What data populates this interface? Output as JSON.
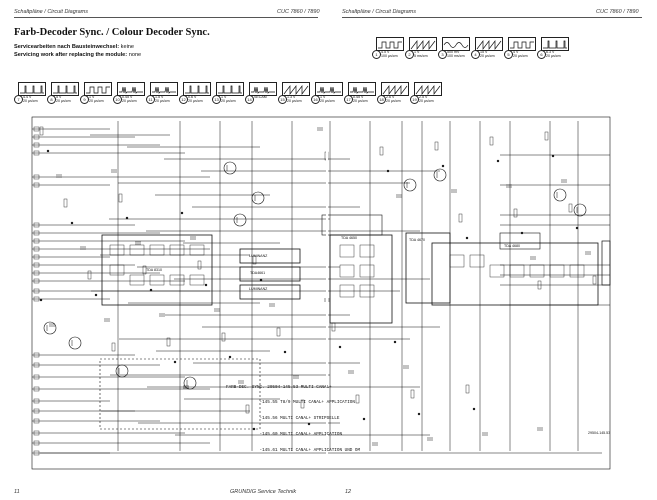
{
  "header": {
    "left": "Schaltpläne / Circuit Diagrams",
    "center": "CUC 7860 / 7890",
    "right_left": "Schaltpläne / Circuit Diagrams",
    "right": "CUC 7860 / 7890"
  },
  "title": "Farb-Decoder Sync. / Colour Decoder Sync.",
  "service_de_label": "Servicearbeiten nach Bausteinwechsel:",
  "service_de_value": "keine",
  "service_en_label": "Servicing work after replacing the module:",
  "service_en_value": "none",
  "waveforms_top": [
    {
      "num": "1",
      "v1": "4.5 V",
      "v2": "100 µs/cm",
      "icon": "square-wave"
    },
    {
      "num": "2",
      "v1": "1 V",
      "v2": "5 ms/cm",
      "icon": "sawtooth-wave"
    },
    {
      "num": "3",
      "v1": "500 mV",
      "v2": "100 ms/cm",
      "icon": "sine-wave"
    },
    {
      "num": "4",
      "v1": "15 V",
      "v2": "20 µs/cm",
      "icon": "sawtooth-wave"
    },
    {
      "num": "5",
      "v1": "4 V",
      "v2": "20 µs/cm",
      "icon": "square-wave"
    },
    {
      "num": "6",
      "v1": "6.3 V",
      "v2": "20 µs/cm",
      "icon": "pulse-wave"
    }
  ],
  "waveforms_bottom": [
    {
      "num": "7",
      "v1": "4.4 V",
      "v2": "20 µs/cm",
      "icon": "pulse-wave"
    },
    {
      "num": "8",
      "v1": "5 V",
      "v2": "20 µs/cm",
      "icon": "pulse-wave"
    },
    {
      "num": "9",
      "v1": "1 V",
      "v2": "20 µs/cm",
      "icon": "square-wave"
    },
    {
      "num": "10",
      "v1": "0.45 V",
      "v2": "20 µs/cm",
      "icon": "burst-wave"
    },
    {
      "num": "11",
      "v1": "1.5 V",
      "v2": "20 µs/cm",
      "icon": "burst-wave"
    },
    {
      "num": "12",
      "v1": "0.6 V",
      "v2": "20 µs/cm",
      "icon": "pulse-wave"
    },
    {
      "num": "13",
      "v1": "1 V",
      "v2": "20 µs/cm",
      "icon": "pulse-wave"
    },
    {
      "num": "14",
      "v1": "SECAM",
      "v2": "",
      "icon": "burst-wave"
    },
    {
      "num": "15",
      "v1": "1.3 V",
      "v2": "20 µs/cm",
      "icon": "sawtooth-wave"
    },
    {
      "num": "16",
      "v1": "1 V",
      "v2": "20 µs/cm",
      "icon": "burst-wave"
    },
    {
      "num": "17",
      "v1": "0.45 V",
      "v2": "20 µs/cm",
      "icon": "burst-wave"
    },
    {
      "num": "18",
      "v1": "2.6 V",
      "v2": "20 µs/cm",
      "icon": "sawtooth-wave"
    },
    {
      "num": "19",
      "v1": "2.5 V",
      "v2": "20 µs/cm",
      "icon": "sawtooth-wave"
    }
  ],
  "ic_labels": {
    "sync_ic": "TDA 8310",
    "delay1": "LUMINANZ",
    "delay2": "TDA4661",
    "delay3": "LUMINANZ",
    "decoder": "TDA 4650",
    "ic_right": "TDA 4670",
    "ic_far_right": "TDA 4680"
  },
  "variant_table": [
    "FARB-DEC. SYNC. 29504-145.53 MULTI CANAL+",
    "             -145.55 T8/9 MULTI CANAL+ APPLICATION",
    "             -145.56 MULTI CANAL+ STRIPSELLE",
    "             -145.60 MULTI CANAL+ APPLICATION",
    "             -145.61 MULTI CANAL+ APPLICATION UND OM"
  ],
  "note_small": "29504-145.53",
  "footer": {
    "page_left": "11",
    "page_right": "12",
    "brand": "GRUNDIG Service Technik"
  }
}
